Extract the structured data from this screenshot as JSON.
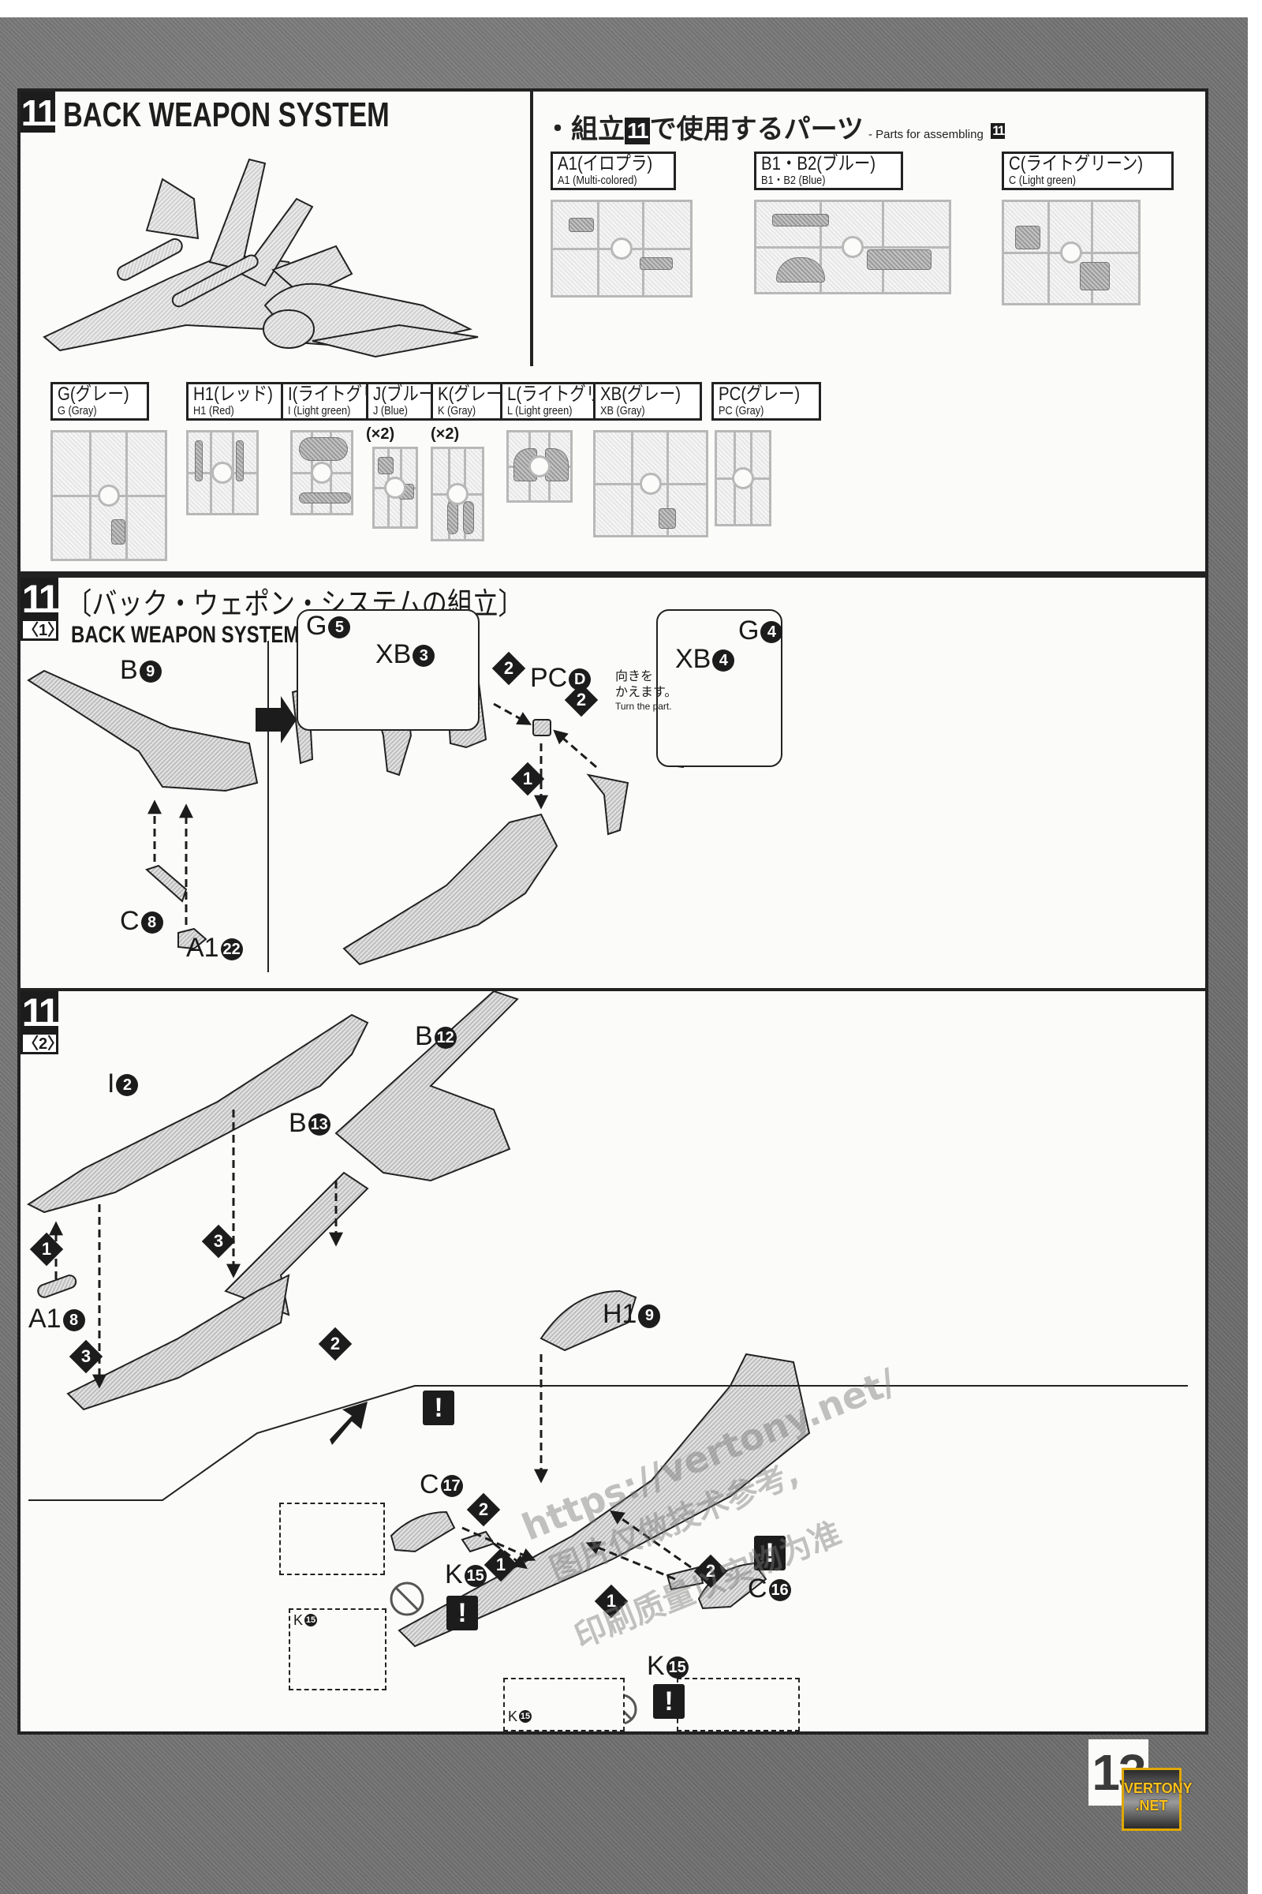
{
  "page_number": "13",
  "header": {
    "step_number": "11",
    "title": "BACK WEAPON SYSTEM"
  },
  "parts_list": {
    "heading_jp_prefix": "・組立",
    "heading_step": "11",
    "heading_jp_suffix": "で使用するパーツ",
    "heading_en": "- Parts for assembling",
    "heading_en_step": "11",
    "runners": [
      {
        "jp": "A1(イロプラ)",
        "en": "A1 (Multi-colored)",
        "qty": ""
      },
      {
        "jp": "B1・B2(ブルー)",
        "en": "B1・B2 (Blue)",
        "qty": ""
      },
      {
        "jp": "C(ライトグリーン)",
        "en": "C (Light green)",
        "qty": ""
      },
      {
        "jp": "G(グレー)",
        "en": "G (Gray)",
        "qty": ""
      },
      {
        "jp": "H1(レッド)",
        "en": "H1 (Red)",
        "qty": ""
      },
      {
        "jp": "I(ライトグリーン)",
        "en": "I (Light green)",
        "qty": ""
      },
      {
        "jp": "J(ブルー)",
        "en": "J (Blue)",
        "qty": "(×2)"
      },
      {
        "jp": "K(グレー)",
        "en": "K (Gray)",
        "qty": "(×2)"
      },
      {
        "jp": "L(ライトグリーン)",
        "en": "L (Light green)",
        "qty": ""
      },
      {
        "jp": "XB(グレー)",
        "en": "XB (Gray)",
        "qty": ""
      },
      {
        "jp": "PC(グレー)",
        "en": "PC (Gray)",
        "qty": ""
      }
    ]
  },
  "step1": {
    "step_number": "11",
    "sub_number": "〈1〉",
    "title_jp": "〔バック・ウェポン・システムの組立〕",
    "title_en": "BACK WEAPON SYSTEM",
    "parts": [
      {
        "runner": "B",
        "num": "9"
      },
      {
        "runner": "C",
        "num": "8"
      },
      {
        "runner": "A1",
        "num": "22"
      },
      {
        "runner": "G",
        "num": "5"
      },
      {
        "runner": "XB",
        "num": "3"
      },
      {
        "runner": "PC",
        "num": "D"
      },
      {
        "runner": "XB",
        "num": "4"
      },
      {
        "runner": "G",
        "num": "4"
      }
    ],
    "order_markers": [
      "2",
      "1",
      "2"
    ],
    "note_jp_line1": "向きを",
    "note_jp_line2": "かえます。",
    "note_en": "Turn the part."
  },
  "step2": {
    "step_number": "11",
    "sub_number": "〈2〉",
    "parts": [
      {
        "runner": "I",
        "num": "2"
      },
      {
        "runner": "A1",
        "num": "8"
      },
      {
        "runner": "B",
        "num": "13"
      },
      {
        "runner": "B",
        "num": "12"
      },
      {
        "runner": "H1",
        "num": "9"
      },
      {
        "runner": "C",
        "num": "17"
      },
      {
        "runner": "K",
        "num": "15"
      },
      {
        "runner": "C",
        "num": "16"
      },
      {
        "runner": "K",
        "num": "15"
      },
      {
        "runner": "K",
        "num": "15"
      },
      {
        "runner": "K",
        "num": "15"
      }
    ],
    "order_markers": [
      "1",
      "3",
      "3",
      "2",
      "2",
      "1",
      "2",
      "1"
    ],
    "warning_symbol": "!"
  },
  "watermarks": {
    "url": "https://vertony.net/",
    "cn_line1": "图片仅做技术参考,",
    "cn_line2": "印刷质量以实物为准",
    "badge_line1": "VERTONY",
    "badge_line2": ".NET"
  }
}
